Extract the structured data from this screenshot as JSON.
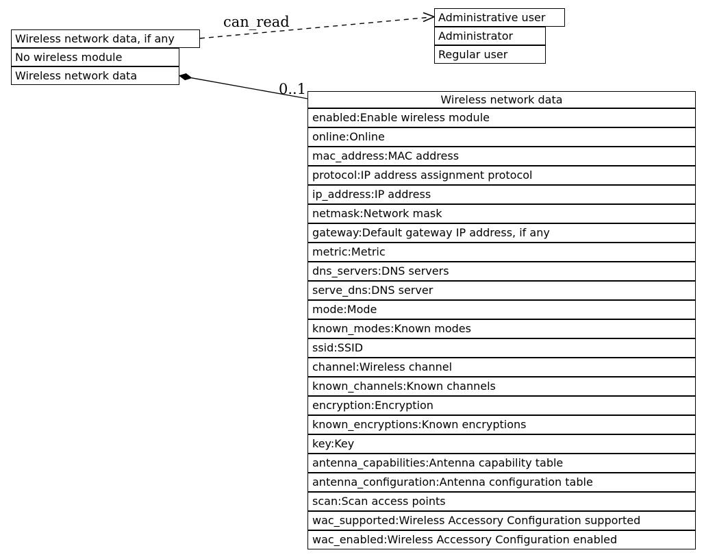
{
  "diagram": {
    "left_node": {
      "rows": [
        "Wireless network data, if any",
        "No wireless module",
        "Wireless network data"
      ]
    },
    "right_node": {
      "rows": [
        "Administrative user",
        "Administrator",
        "Regular user"
      ]
    },
    "wireless_table": {
      "title": "Wireless network data",
      "rows": [
        "enabled:Enable wireless module",
        "online:Online",
        "mac_address:MAC address",
        "protocol:IP address assignment protocol",
        "ip_address:IP address",
        "netmask:Network mask",
        "gateway:Default gateway IP address, if any",
        "metric:Metric",
        "dns_servers:DNS servers",
        "serve_dns:DNS server",
        "mode:Mode",
        "known_modes:Known modes",
        "ssid:SSID",
        "channel:Wireless channel",
        "known_channels:Known channels",
        "encryption:Encryption",
        "known_encryptions:Known encryptions",
        "key:Key",
        "antenna_capabilities:Antenna capability table",
        "antenna_configuration:Antenna configuration table",
        "scan:Scan access points",
        "wac_supported:Wireless Accessory Configuration supported",
        "wac_enabled:Wireless Accessory Configuration enabled"
      ]
    },
    "edges": {
      "can_read_label": "can_read",
      "multiplicity_label": "0..1"
    },
    "colors": {
      "line": "#000000",
      "background": "#ffffff"
    }
  }
}
